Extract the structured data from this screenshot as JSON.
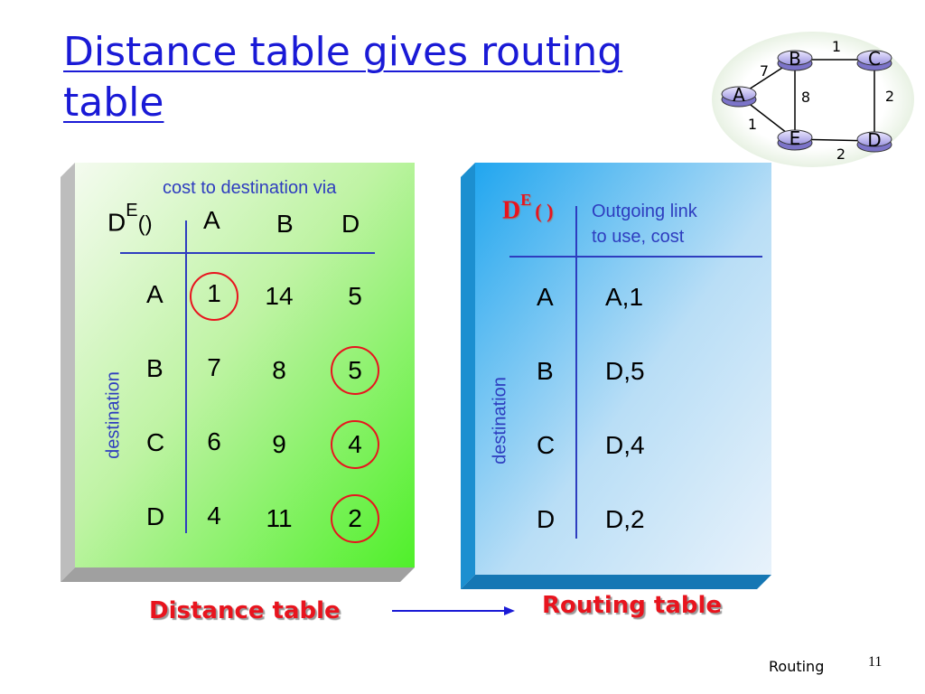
{
  "slide": {
    "title": "Distance table gives routing table",
    "footer_label": "Routing",
    "page_number": "11"
  },
  "network": {
    "nodes": [
      "A",
      "B",
      "C",
      "D",
      "E"
    ],
    "links": [
      {
        "from": "A",
        "to": "B",
        "cost": "7"
      },
      {
        "from": "B",
        "to": "C",
        "cost": "1"
      },
      {
        "from": "B",
        "to": "E",
        "cost": "8"
      },
      {
        "from": "C",
        "to": "D",
        "cost": "2"
      },
      {
        "from": "A",
        "to": "E",
        "cost": "1"
      },
      {
        "from": "E",
        "to": "D",
        "cost": "2"
      }
    ]
  },
  "distance_table": {
    "caption": "cost to destination via",
    "label_main": "D",
    "label_sup": "E",
    "label_paren": "()",
    "via": [
      "A",
      "B",
      "D"
    ],
    "side_label": "destination",
    "rows": [
      {
        "dest": "A",
        "cells": [
          "1",
          "14",
          "5"
        ],
        "circled": 0
      },
      {
        "dest": "B",
        "cells": [
          "7",
          "8",
          "5"
        ],
        "circled": 2
      },
      {
        "dest": "C",
        "cells": [
          "6",
          "9",
          "4"
        ],
        "circled": 2
      },
      {
        "dest": "D",
        "cells": [
          "4",
          "11",
          "2"
        ],
        "circled": 2
      }
    ],
    "name": "Distance table"
  },
  "routing_table": {
    "label_main": "D",
    "label_sup": "E",
    "label_paren": "( )",
    "caption_line1": "Outgoing link",
    "caption_line2": "to use, cost",
    "side_label": "destination",
    "rows": [
      {
        "dest": "A",
        "value": "A,1"
      },
      {
        "dest": "B",
        "value": "D,5"
      },
      {
        "dest": "C",
        "value": "D,4"
      },
      {
        "dest": "D",
        "value": "D,2"
      }
    ],
    "name": "Routing table"
  },
  "colors": {
    "title": "#1a1ad6",
    "circle": "#e8141e",
    "table_line": "#2e3dbf",
    "green_panel": "#66f23a",
    "blue_panel": "#23aaf0"
  }
}
